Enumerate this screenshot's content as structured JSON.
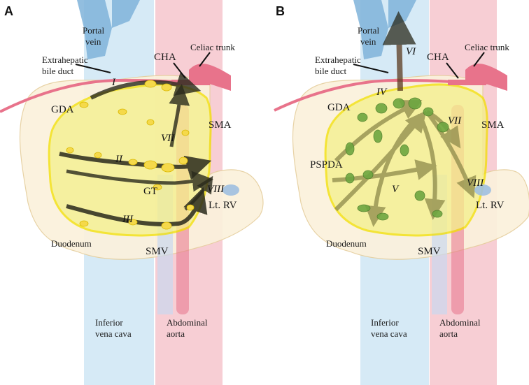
{
  "panels": [
    {
      "letter": "A",
      "labels": {
        "portal_vein": [
          "Portal",
          "vein"
        ],
        "celiac_trunk": "Celiac trunk",
        "extrahepatic_bile_duct": [
          "Extrahepatic",
          "bile duct"
        ],
        "cha": "CHA",
        "gda": "GDA",
        "sma": "SMA",
        "gt": "GT",
        "lt_rv": "Lt. RV",
        "duodenum": "Duodenum",
        "smv": "SMV",
        "ivc": [
          "Inferior",
          "vena cava"
        ],
        "aorta": [
          "Abdominal",
          "aorta"
        ]
      },
      "romans": [
        "I",
        "II",
        "III",
        "VII",
        "VIII"
      ]
    },
    {
      "letter": "B",
      "labels": {
        "portal_vein": [
          "Portal",
          "vein"
        ],
        "celiac_trunk": "Celiac trunk",
        "extrahepatic_bile_duct": [
          "Extrahepatic",
          "bile duct"
        ],
        "cha": "CHA",
        "gda": "GDA",
        "sma": "SMA",
        "pspda": "PSPDA",
        "lt_rv": "Lt. RV",
        "duodenum": "Duodenum",
        "smv": "SMV",
        "ivc": [
          "Inferior",
          "vena cava"
        ],
        "aorta": [
          "Abdominal",
          "aorta"
        ]
      },
      "romans": [
        "VI",
        "IV",
        "VII",
        "V",
        "VIII"
      ]
    }
  ],
  "colors": {
    "vena_cava": "#cfe6f5",
    "aorta": "#f6c9cf",
    "pancreas_fill": "#f4f08a",
    "pancreas_outline": "#f2e000",
    "duodenum_fill": "#fbf1dc",
    "duodenum_outline": "#e6cf9e",
    "artery": "#e8738b",
    "portal": "#7fb3d9",
    "node_yellow": "#f5d94a",
    "node_green": "#6da640",
    "arrow_dark": "#2a2a1c",
    "arrow_olive": "#8e8a4a"
  }
}
